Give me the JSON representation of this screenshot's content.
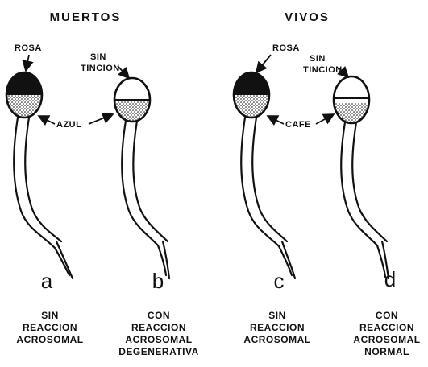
{
  "headers": {
    "dead": "MUERTOS",
    "alive": "VIVOS"
  },
  "labels": {
    "a_rosa": "ROSA",
    "b_sin_1": "SIN",
    "b_sin_2": "TINCION",
    "ab_azul": "AZUL",
    "c_rosa": "ROSA",
    "d_sin_1": "SIN",
    "d_sin_2": "TINCION",
    "cd_cafe": "CAFE"
  },
  "letters": {
    "a": "a",
    "b": "b",
    "c": "c",
    "d": "d"
  },
  "captions": {
    "a": [
      "SIN",
      "REACCION",
      "ACROSOMAL"
    ],
    "b": [
      "CON",
      "REACCION",
      "ACROSOMAL",
      "DEGENERATIVA"
    ],
    "c": [
      "SIN",
      "REACCION",
      "ACROSOMAL"
    ],
    "d": [
      "CON",
      "REACCION",
      "ACROSOMAL",
      "NORMAL"
    ]
  },
  "colors": {
    "ink": "#111111",
    "paper": "#ffffff"
  }
}
